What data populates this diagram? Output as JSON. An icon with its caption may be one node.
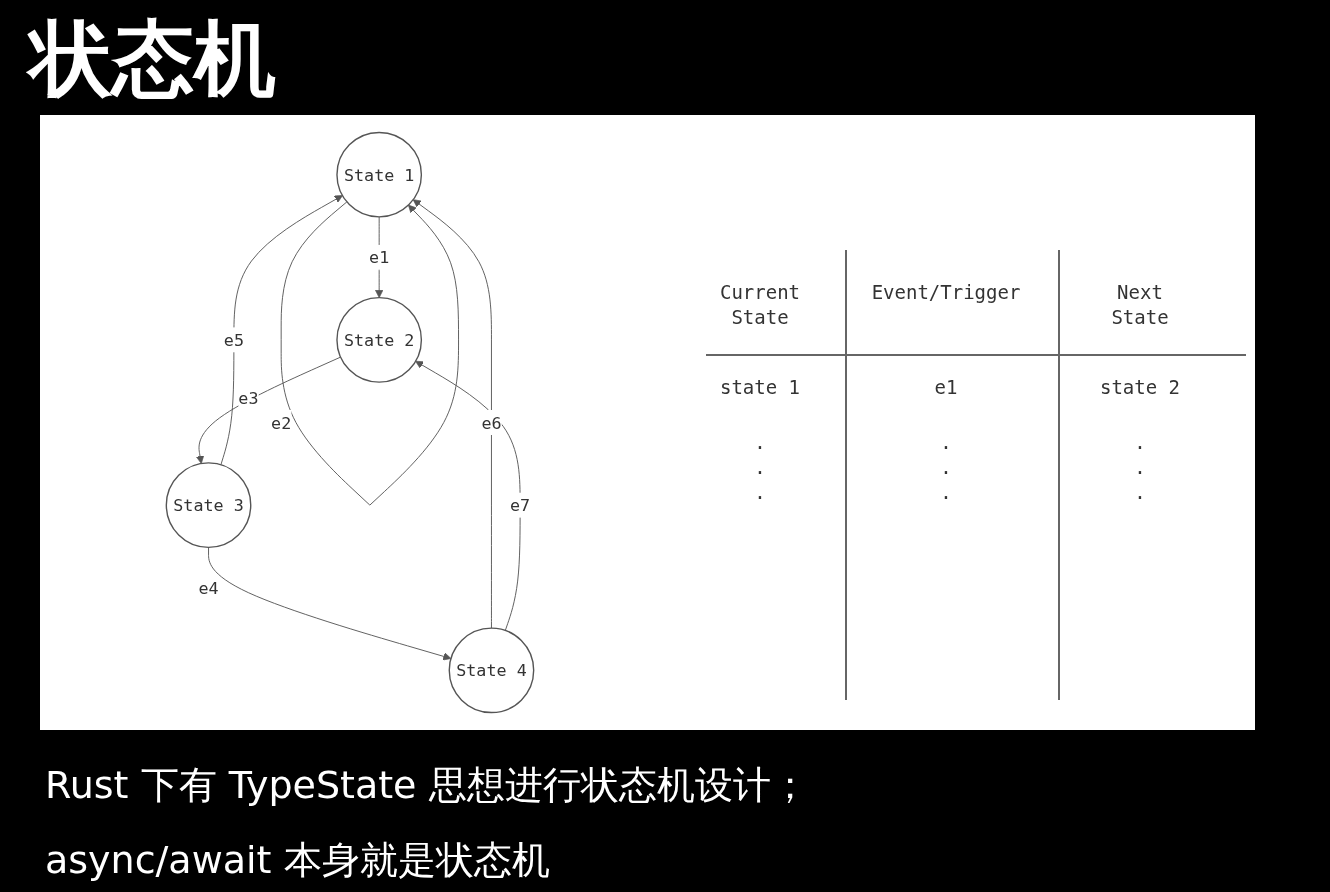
{
  "diagram": {
    "title": "状态机",
    "nodes": [
      {
        "text": [
          "State 1"
        ]
      },
      {
        "text": [
          "State 2"
        ]
      },
      {
        "text": [
          "State 3"
        ]
      },
      {
        "text": [
          "State 4"
        ]
      }
    ],
    "edges": [
      {
        "from": 0,
        "to": 1,
        "label": "e1",
        "arrow": "to"
      },
      {
        "from": 0,
        "to": 0,
        "label": "e2",
        "arrow": "to"
      },
      {
        "from": 1,
        "to": 2,
        "label": "e3",
        "arrow": "to"
      },
      {
        "from": 2,
        "to": 3,
        "label": "e4",
        "arrow": "to"
      },
      {
        "from": 2,
        "to": 0,
        "label": "e5",
        "arrow": "to"
      },
      {
        "from": 3,
        "to": 0,
        "label": "e6",
        "arrow": "to"
      },
      {
        "from": 3,
        "to": 1,
        "label": "e7",
        "arrow": "to"
      }
    ],
    "labels": [
      "Current State",
      "Event/Trigger",
      "Next State",
      "state 1",
      "e1",
      "state 2",
      ".",
      ".",
      ".",
      ".",
      ".",
      ".",
      ".",
      ".",
      ".",
      "Rust 下有 TypeState 思想进行状态机设计；",
      "async/await 本身就是状态机"
    ]
  }
}
